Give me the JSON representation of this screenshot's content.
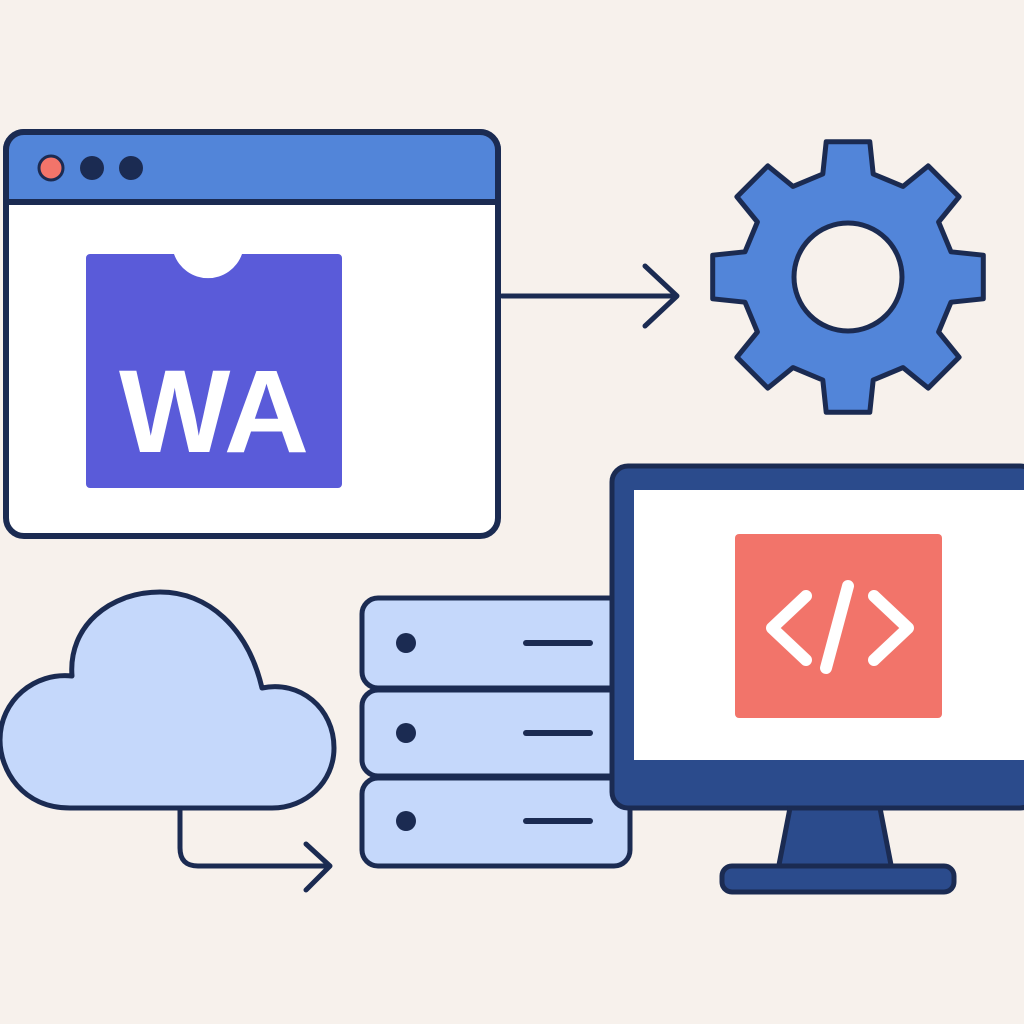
{
  "browser": {
    "controls": [
      "close-dot",
      "minimize-dot",
      "maximize-dot"
    ],
    "logo": {
      "text": "WA"
    }
  },
  "icons": {
    "gear": "gear-icon",
    "cloud": "cloud-icon",
    "server": "server-stack-icon",
    "monitor": "monitor-icon",
    "code": "code-brackets-icon",
    "arrow": "arrow-right-icon"
  },
  "server_units": 3,
  "colors": {
    "background": "#f7f1ec",
    "outline": "#1b2b52",
    "browser_bar": "#5285d9",
    "logo_bg": "#5a5bd9",
    "gear": "#5285d9",
    "cloud": "#c5d8fb",
    "server": "#c5d8fb",
    "monitor_frame": "#2b4b8c",
    "code_bg": "#f2746a",
    "close_dot": "#f2746a"
  }
}
